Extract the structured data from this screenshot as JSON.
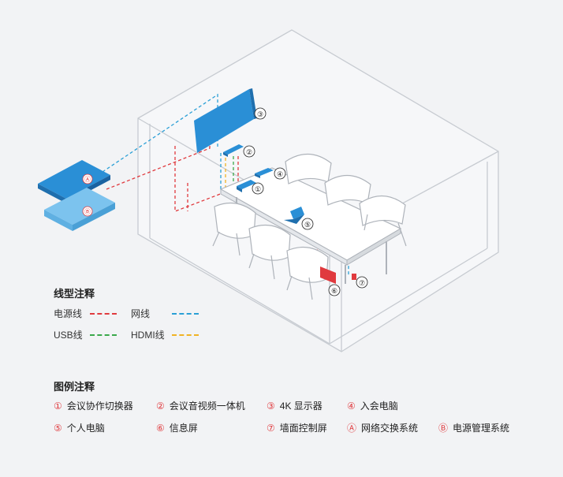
{
  "callouts": {
    "1": "①",
    "2": "②",
    "3": "③",
    "4": "④",
    "5": "⑤",
    "6": "⑥",
    "7": "⑦",
    "A": "Ⓐ",
    "B": "Ⓑ"
  },
  "line_types": {
    "title": "线型注释",
    "items": [
      {
        "label": "电源线",
        "color": "#e03a3e"
      },
      {
        "label": "网线",
        "color": "#2a9fd6"
      },
      {
        "label": "USB线",
        "color": "#3aa84a"
      },
      {
        "label": "HDMI线",
        "color": "#f0b323"
      }
    ]
  },
  "legend": {
    "title": "图例注释",
    "items": [
      {
        "mark": "①",
        "label": "会议协作切换器"
      },
      {
        "mark": "②",
        "label": "会议音视频一体机"
      },
      {
        "mark": "③",
        "label": "4K 显示器"
      },
      {
        "mark": "④",
        "label": "入会电脑"
      },
      {
        "mark": "⑤",
        "label": "个人电脑"
      },
      {
        "mark": "⑥",
        "label": "信息屏"
      },
      {
        "mark": "⑦",
        "label": "墙面控制屏"
      },
      {
        "mark": "Ⓐ",
        "label": "网络交换系统"
      },
      {
        "mark": "Ⓑ",
        "label": "电源管理系统"
      }
    ]
  },
  "colors": {
    "accent_red": "#e03a3e",
    "device_blue": "#2a8fd6",
    "device_light_blue": "#7cc3ee",
    "room_line": "#c7cbd1"
  }
}
